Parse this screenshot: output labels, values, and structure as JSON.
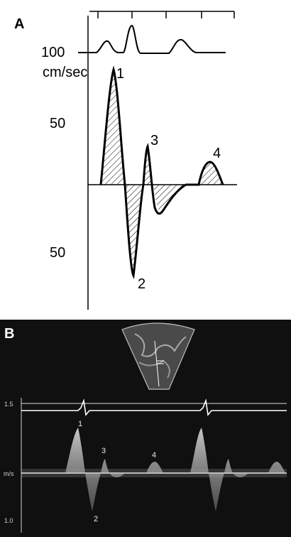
{
  "panel_a": {
    "label": "A",
    "y_ticks": [
      "100",
      "50",
      "50"
    ],
    "unit": "cm/sec",
    "peaks": [
      "1",
      "2",
      "3",
      "4"
    ]
  },
  "panel_b": {
    "label": "B",
    "axis_labels": [
      "1.5",
      "m/s",
      "1.0"
    ],
    "peaks": [
      "1",
      "2",
      "3",
      "4"
    ]
  },
  "colors": {
    "panel_b_bg": "#101010",
    "trace": "#ffffff",
    "ink": "#000000"
  }
}
